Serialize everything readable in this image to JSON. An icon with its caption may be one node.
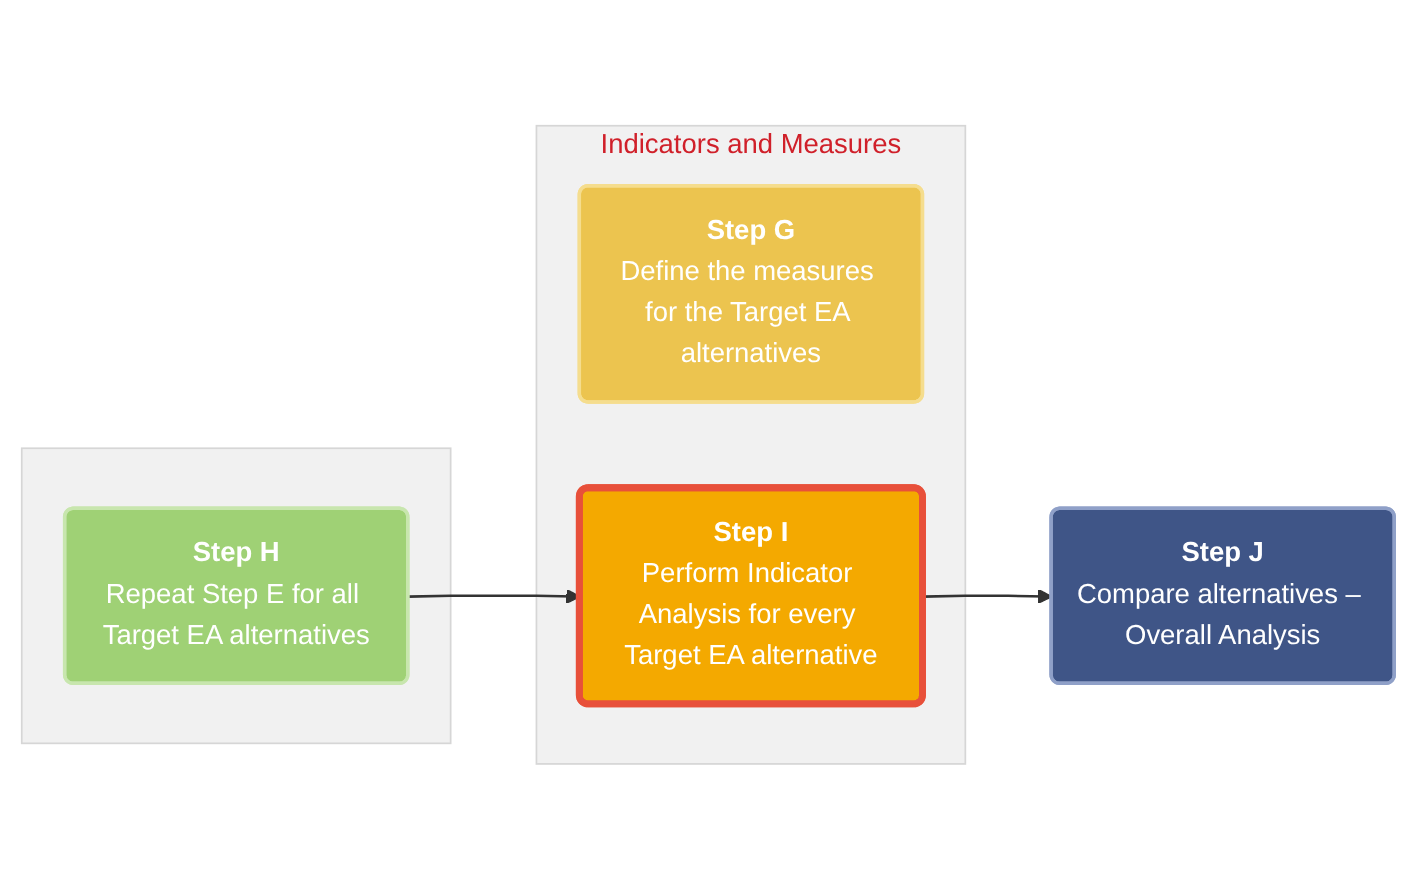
{
  "diagram": {
    "nodes": [
      {
        "text": [
          "Indicators and Measures"
        ]
      },
      {
        "text": [
          "Step G",
          "Define the measures for the Target EA alternatives"
        ],
        "in": 0
      },
      {
        "text": [
          "Step I",
          "Perform Indicator Analysis for every Target EA alternative"
        ],
        "in": 0
      },
      {
        "text": [
          "Step J",
          "Compare alternatives – Overall Analysis"
        ]
      },
      {
        "text": [],
        "shape": "box"
      },
      {
        "text": [
          "Step H",
          "Repeat Step E for all Target EA alternatives"
        ],
        "in": 4
      }
    ],
    "edges": [
      {
        "from": 2,
        "to": 3,
        "arrow": "to"
      },
      {
        "from": 5,
        "to": 2,
        "arrow": "to"
      }
    ]
  }
}
